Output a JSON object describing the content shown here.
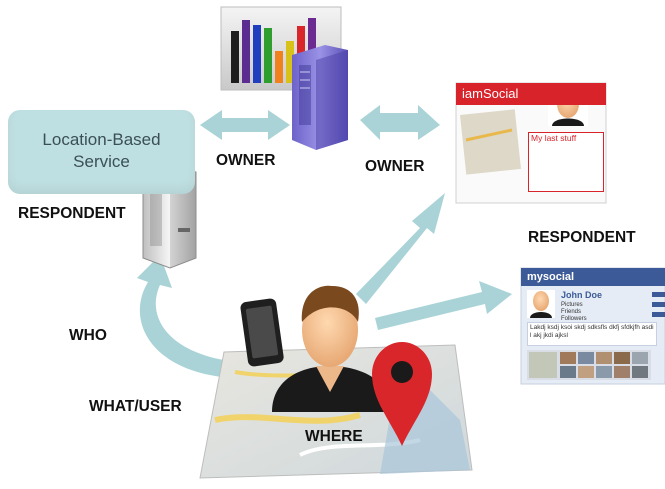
{
  "lbs": {
    "line1": "Location-Based",
    "line2": "Service"
  },
  "labels": {
    "owner_left": "OWNER",
    "owner_right": "OWNER",
    "respondent_left": "RESPONDENT",
    "respondent_right": "RESPONDENT",
    "who": "WHO",
    "what_user": "WHAT/USER",
    "where": "WHERE"
  },
  "iamsocial": {
    "title": "iamSocial",
    "last_stuff": "My last stuff"
  },
  "mysocial": {
    "title": "mysocial",
    "name": "John Doe",
    "items": [
      "Pictures",
      "Friends",
      "Followers"
    ],
    "message": "Lakdj ksdj ksoi skdj sdksfls dkfj sfdkjfh asdi l akj jkdi ajksl"
  },
  "colors": {
    "arrow": "#a9d3d6",
    "pin": "#d8262a",
    "iam_red": "#d9232a",
    "ms_blue": "#3d5a98"
  },
  "icons": [
    "bar-chart-icon",
    "server-icon",
    "server-icon",
    "user-avatar-icon",
    "smartphone-icon",
    "map-pin-icon",
    "map-icon"
  ]
}
